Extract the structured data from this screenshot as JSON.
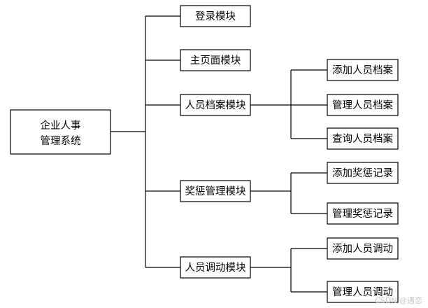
{
  "diagram": {
    "type": "tree",
    "root": {
      "lines": [
        "企业人事",
        "管理系统"
      ]
    },
    "modules": [
      {
        "id": "login",
        "label": "登录模块",
        "children": []
      },
      {
        "id": "homepage",
        "label": "主页面模块",
        "children": []
      },
      {
        "id": "personnel-records",
        "label": "人员档案模块",
        "children": [
          "添加人员档案",
          "管理人员档案",
          "查询人员档案"
        ]
      },
      {
        "id": "rewards-penalties",
        "label": "奖惩管理模块",
        "children": [
          "添加奖惩记录",
          "管理奖惩记录"
        ]
      },
      {
        "id": "transfers",
        "label": "人员调动模块",
        "children": [
          "添加人员调动",
          "管理人员调动"
        ]
      }
    ]
  },
  "watermark": "CSDN @遇恋"
}
